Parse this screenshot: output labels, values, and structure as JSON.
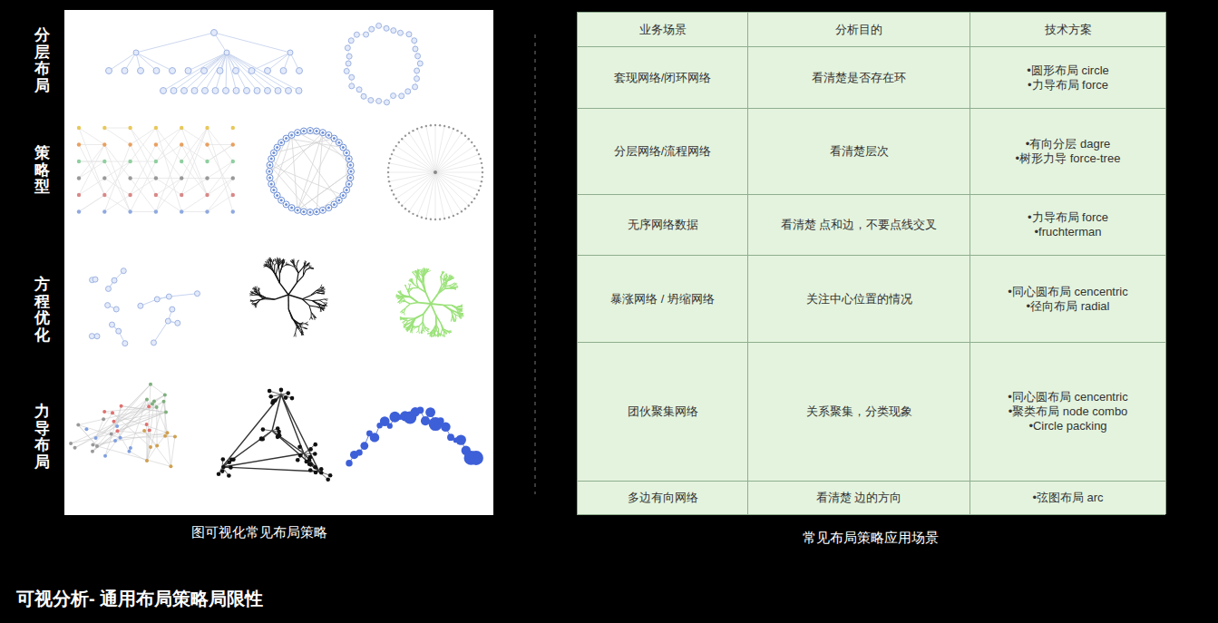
{
  "diagram": {
    "title": "可视分析- 通用布局策略局限性",
    "labels": [
      "分层布局",
      "策略型",
      "方程优化",
      "力导布局",
      "图可视化常见布局策略",
      "业务场景",
      "分析目的",
      "技术方案",
      "套现网络/闭环网络",
      "看清楚是否存在环",
      "•圆形布局 circle",
      "•力导布局 force",
      "分层网络/流程网络",
      "看清楚层次",
      "•有向分层 dagre",
      "•树形力导 force-tree",
      "无序网络数据",
      "看清楚 点和边，不要点线交叉",
      "•力导布局 force",
      "•fruchterman",
      "暴涨网络 / 坍缩网络",
      "关注中心位置的情况",
      "•同心圆布局 cencentric",
      "•径向布局 radial",
      "团伙聚集网络",
      "关系聚集，分类现象",
      "•同心圆布局 cencentric",
      "•聚类布局 node combo",
      "•Circle packing",
      "多边有向网络",
      "看清楚 边的方向",
      "•弦图布局 arc",
      "常见布局策略应用场景"
    ]
  }
}
